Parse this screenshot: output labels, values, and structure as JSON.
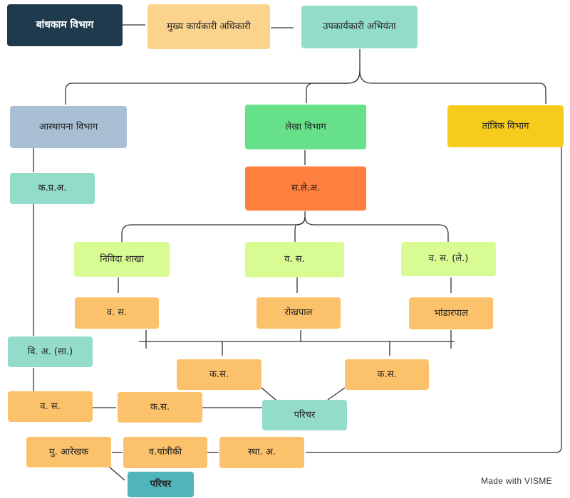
{
  "nodes": {
    "bandhkam": {
      "label": "बांधकाम विभाग",
      "color": "#1f3a4d"
    },
    "mukhya": {
      "label": "मुख्य कार्यकारी अधिकारी",
      "color": "#fbd38d"
    },
    "upkaryakari": {
      "label": "उपकार्यकारी अभियंता",
      "color": "#93dcc9"
    },
    "asthapana": {
      "label": "आस्थापना विभाग",
      "color": "#a9bfd4"
    },
    "lekha": {
      "label": "लेखा विभाग",
      "color": "#67e08a"
    },
    "tantrik": {
      "label": "तांत्रिक विभाग",
      "color": "#f5cb1c"
    },
    "kpa": {
      "label": "क.प्र.अ.",
      "color": "#93dcc9"
    },
    "sle": {
      "label": "स.ले.अ.",
      "color": "#ff7f3f"
    },
    "nivida": {
      "label": "निविदा शाखा",
      "color": "#d8fb94"
    },
    "vs_mid": {
      "label": "व. स.",
      "color": "#d8fb94"
    },
    "vs_le": {
      "label": "व. स. (ले.)",
      "color": "#d8fb94"
    },
    "vs_left": {
      "label": "व. स.",
      "color": "#fcc26b"
    },
    "rokhpal": {
      "label": "रोखपाल",
      "color": "#fcc26b"
    },
    "bhandarpal": {
      "label": "भांडारपाल",
      "color": "#fcc26b"
    },
    "via_sa": {
      "label": "वि. अ. (सा.)",
      "color": "#93dcc9"
    },
    "ks_a": {
      "label": "क.स.",
      "color": "#fcc26b"
    },
    "ks_b": {
      "label": "क.स.",
      "color": "#fcc26b"
    },
    "vs_low": {
      "label": "व. स.",
      "color": "#fcc26b"
    },
    "ks_c": {
      "label": "क.स.",
      "color": "#fcc26b"
    },
    "parichar_mid": {
      "label": "परिचर",
      "color": "#93dcc9"
    },
    "mu_arekhak": {
      "label": "मु. आरेखक",
      "color": "#fcc26b"
    },
    "v_yantriki": {
      "label": "व.यांत्रीकी",
      "color": "#fcc26b"
    },
    "stha_a": {
      "label": "स्था. अ.",
      "color": "#fcc26b"
    },
    "parichar_bottom": {
      "label": "परिचर",
      "color": "#50b5bb"
    }
  },
  "watermark": "Made with VISME",
  "connector_color": "#333333"
}
